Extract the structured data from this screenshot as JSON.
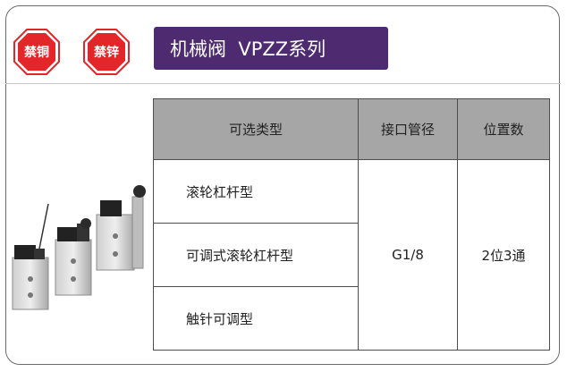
{
  "badges": [
    {
      "label": "禁铜"
    },
    {
      "label": "禁锌"
    }
  ],
  "title": "机械阀  VPZZ系列",
  "table": {
    "headers": [
      "可选类型",
      "接口管径",
      "位置数"
    ],
    "types": [
      "滚轮杠杆型",
      "可调式滚轮杠杆型",
      "触针可调型"
    ],
    "port": "G1/8",
    "positions": "2位3通"
  },
  "colors": {
    "badge_red": "#e3262a",
    "title_bg": "#4e2a70",
    "header_bg": "#a6a6a6"
  },
  "icons": [
    "copper-free-badge-icon",
    "zinc-free-badge-icon",
    "mechanical-valve-product-illustration"
  ]
}
